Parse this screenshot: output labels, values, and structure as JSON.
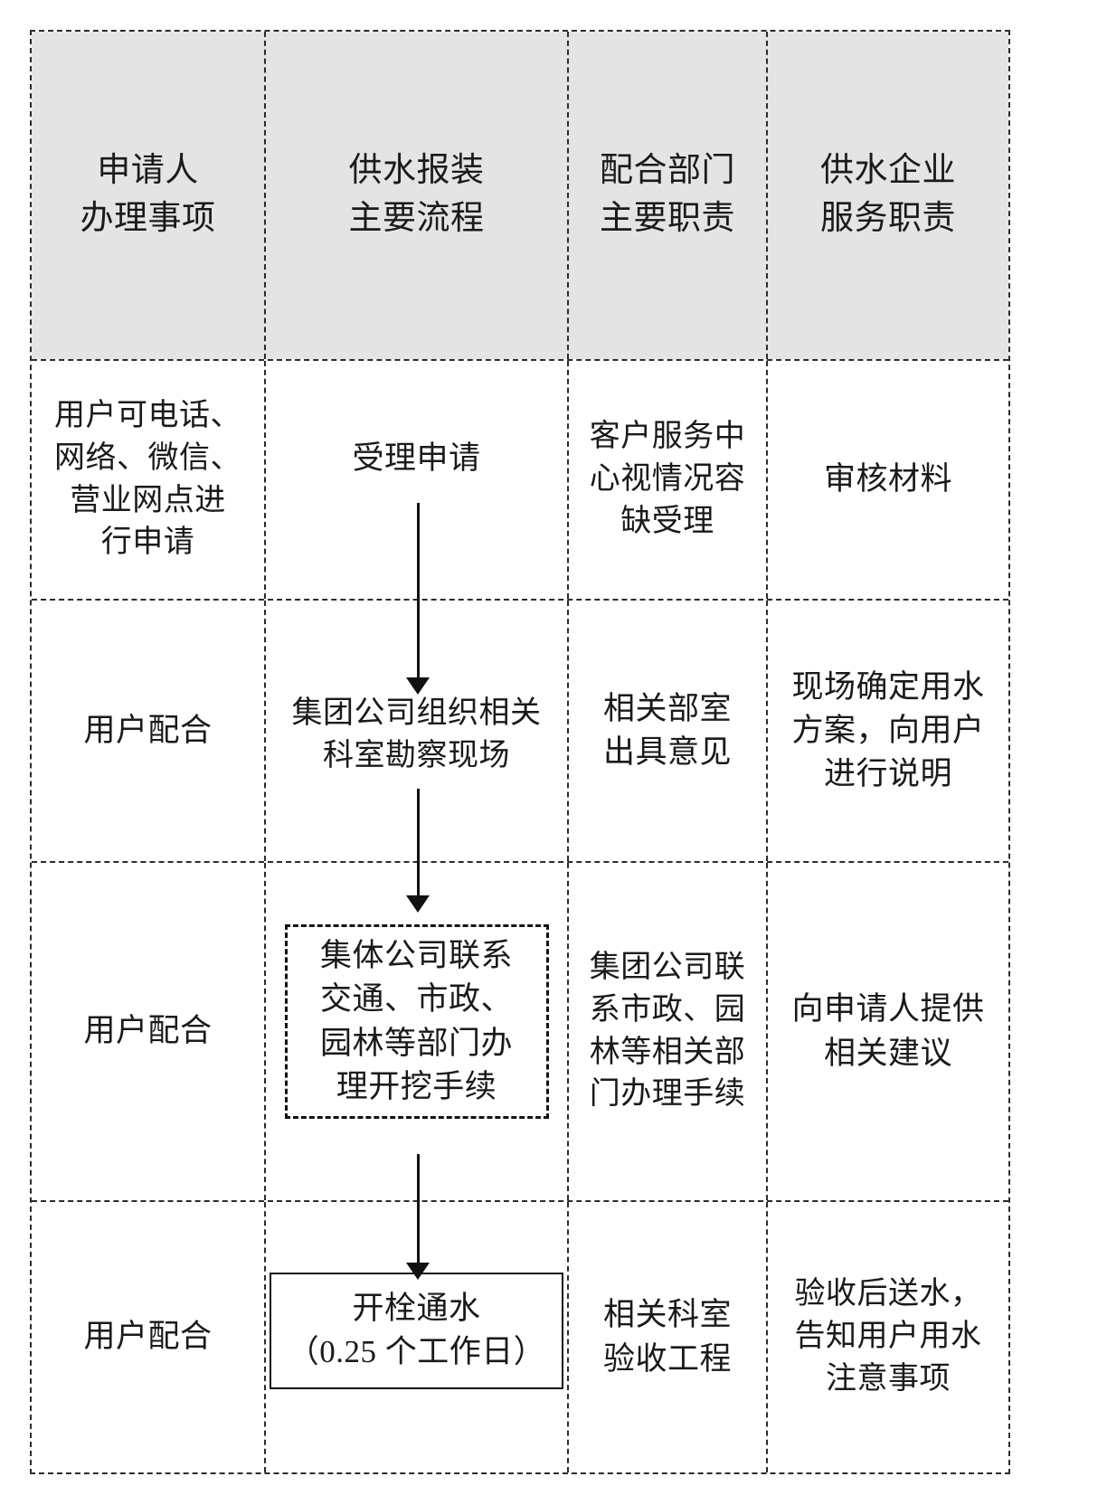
{
  "diagram": {
    "type": "flowchart-table",
    "title_present": false,
    "columns": [
      {
        "id": "applicant",
        "header": "申请人\n办理事项"
      },
      {
        "id": "process",
        "header": "供水报装\n主要流程"
      },
      {
        "id": "department",
        "header": "配合部门\n主要职责"
      },
      {
        "id": "enterprise",
        "header": "供水企业\n服务职责"
      }
    ],
    "rows": [
      {
        "id": "row-1",
        "applicant": "用户可电话、\n网络、微信、\n营业网点进\n行申请",
        "process": {
          "text": "受理申请",
          "box": "none"
        },
        "department": "客户服务中\n心视情况容\n缺受理",
        "enterprise": "审核材料"
      },
      {
        "id": "row-2",
        "applicant": "用户配合",
        "process": {
          "text": "集团公司组织相关\n科室勘察现场",
          "box": "none"
        },
        "department": "相关部室\n出具意见",
        "enterprise": "现场确定用水\n方案，向用户\n进行说明"
      },
      {
        "id": "row-3",
        "applicant": "用户配合",
        "process": {
          "text": "集体公司联系\n交通、市政、\n园林等部门办\n理开挖手续",
          "box": "dashed"
        },
        "department": "集团公司联\n系市政、园\n林等相关部\n门办理手续",
        "enterprise": "向申请人提供\n相关建议"
      },
      {
        "id": "row-4",
        "applicant": "用户配合",
        "process": {
          "text": "开栓通水\n（0.25 个工作日）",
          "box": "solid"
        },
        "department": "相关科室\n验收工程",
        "enterprise": "验收后送水，\n告知用户用水\n注意事项"
      }
    ],
    "arrows": [
      {
        "id": "arrow-1",
        "from": "受理申请",
        "to": "集团公司组织相关科室勘察现场"
      },
      {
        "id": "arrow-2",
        "from": "集团公司组织相关科室勘察现场",
        "to": "集体公司联系交通、市政、园林等部门办理开挖手续"
      },
      {
        "id": "arrow-3",
        "from": "集体公司联系交通、市政、园林等部门办理开挖手续",
        "to": "开栓通水"
      }
    ],
    "colors": {
      "header_background": "#e4e4e4",
      "border": "#2b2b2b",
      "node_border": "#111111",
      "text": "#1a1a1a",
      "page_background": "#ffffff"
    }
  }
}
